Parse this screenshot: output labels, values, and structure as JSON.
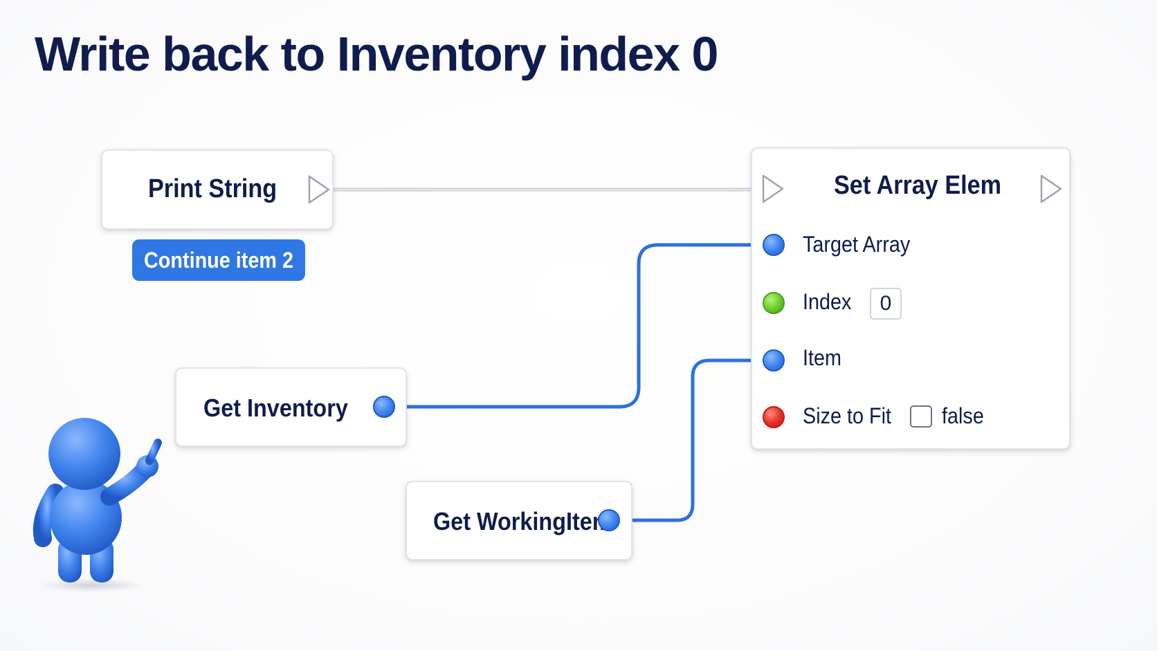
{
  "title": "Write back to Inventory index 0",
  "nodes": {
    "print_string": {
      "title": "Print String"
    },
    "badge": {
      "label": "Continue item 2"
    },
    "set_array_elem": {
      "title": "Set Array Elem",
      "rows": [
        {
          "label": "Target Array",
          "pin_color": "#3f86f0"
        },
        {
          "label": "Index",
          "pin_color": "#6ed02e",
          "value": "0"
        },
        {
          "label": "Item",
          "pin_color": "#3f86f0"
        },
        {
          "label": "Size to Fit",
          "pin_color": "#e8342b",
          "value": "false",
          "checked": false
        }
      ]
    },
    "get_inventory": {
      "title": "Get Inventory",
      "pin_color": "#3f86f0"
    },
    "get_working_item": {
      "title": "Get WorkingItem",
      "pin_color": "#3f86f0"
    }
  },
  "colors": {
    "title": "#0f1c4d",
    "wire_data": "#2f6fe0",
    "wire_exec": "#c9ccd3",
    "badge": "#2f77e4"
  },
  "icons": {
    "exec_in": "exec-triangle-icon",
    "exec_out": "exec-triangle-icon",
    "mascot": "blue-figure-pointing-icon"
  }
}
